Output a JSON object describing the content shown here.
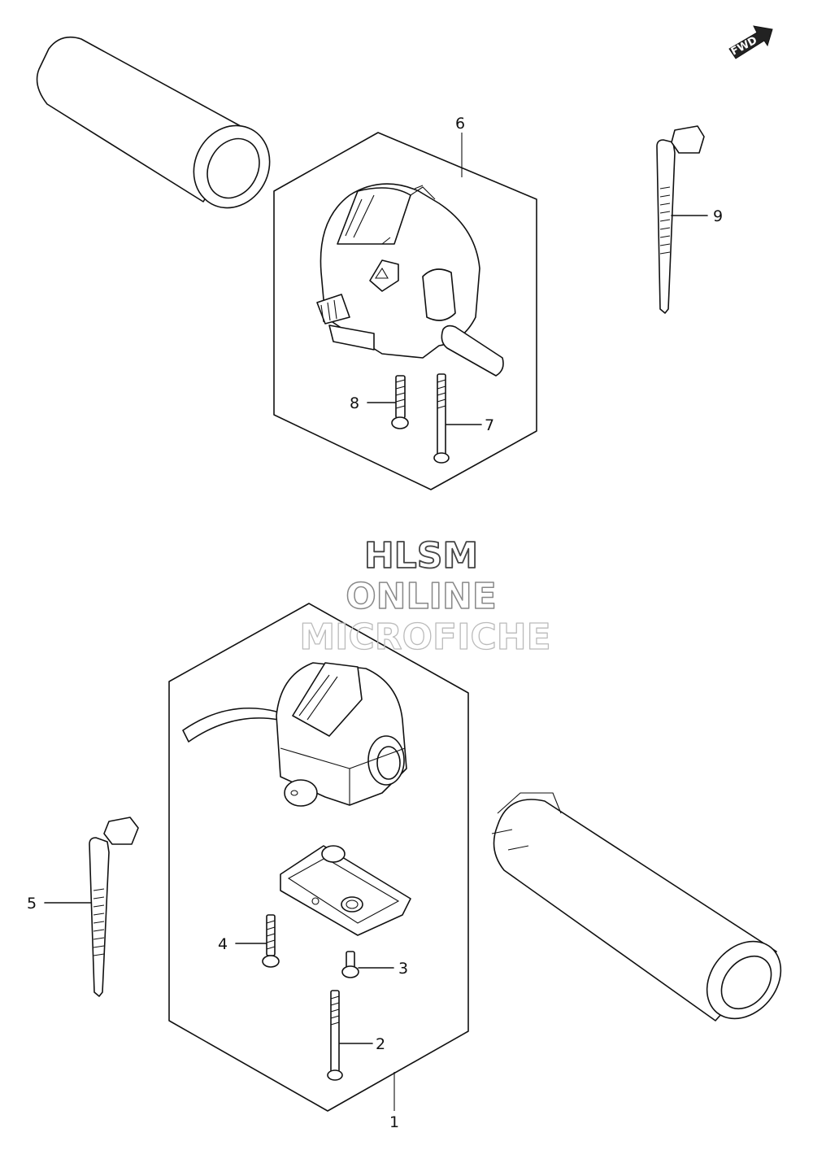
{
  "direction_badge": "FWD",
  "watermark": {
    "line1": "HLSM",
    "line2": "ONLINE",
    "line3": "MICROFICHE"
  },
  "callouts": {
    "c1": "1",
    "c2": "2",
    "c3": "3",
    "c4": "4",
    "c5": "5",
    "c6": "6",
    "c7": "7",
    "c8": "8",
    "c9": "9"
  }
}
